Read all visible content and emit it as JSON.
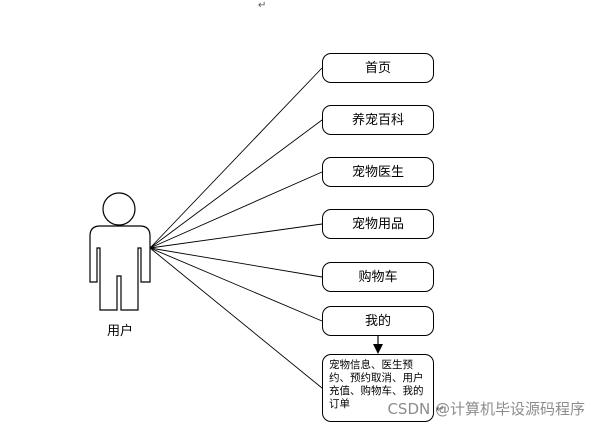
{
  "top_mark": "↵",
  "actor": {
    "label": "用户"
  },
  "use_cases": [
    {
      "label": "首页"
    },
    {
      "label": "养宠百科"
    },
    {
      "label": "宠物医生"
    },
    {
      "label": "宠物用品"
    },
    {
      "label": "购物车"
    },
    {
      "label": "我的"
    }
  ],
  "detail": {
    "text": "宠物信息、医生预约、预约取消、用户充值、购物车、我的订单"
  },
  "return_mark": "↵",
  "watermark": "CSDN @计算机毕设源码程序"
}
